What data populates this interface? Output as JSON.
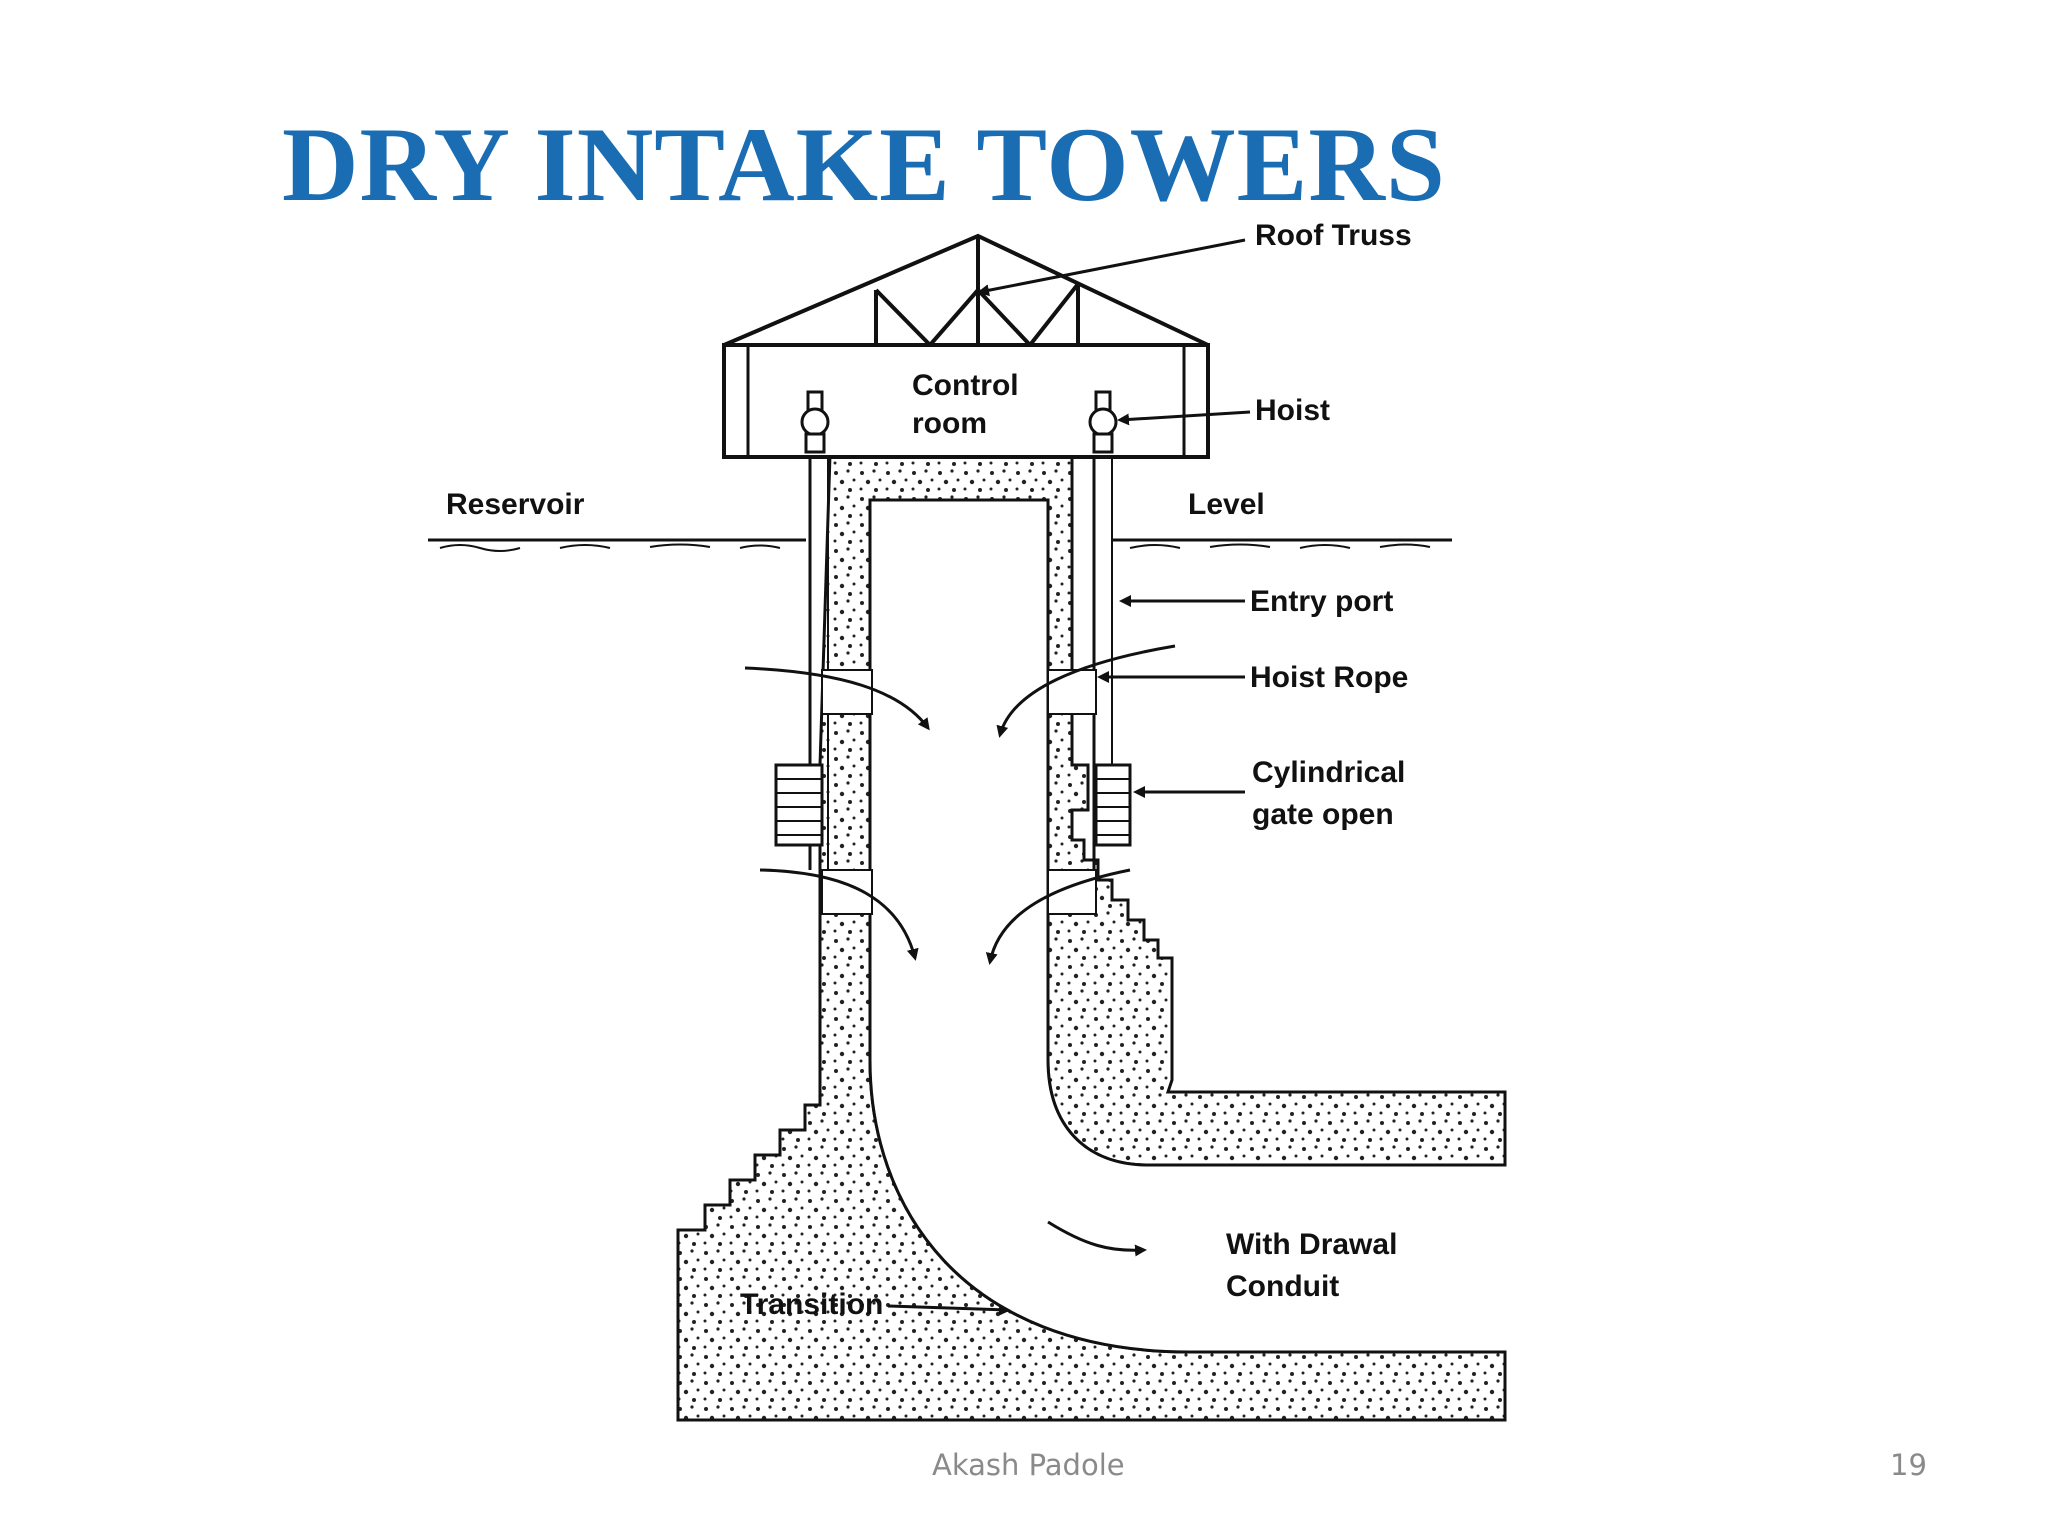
{
  "slide": {
    "title": "DRY INTAKE TOWERS",
    "title_color": "#1a6db3",
    "footer_author": "Akash Padole",
    "page_number": "19"
  },
  "diagram": {
    "labels": {
      "roof_truss": "Roof Truss",
      "control_room_line1": "Control",
      "control_room_line2": "room",
      "hoist": "Hoist",
      "reservoir": "Reservoir",
      "level": "Level",
      "entry_port": "Entry port",
      "hoist_rope": "Hoist Rope",
      "cylindrical_gate_line1": "Cylindrical",
      "cylindrical_gate_line2": "gate open",
      "withdrawal_line1": "With Drawal",
      "withdrawal_line2": "Conduit",
      "transition": "Transition"
    }
  }
}
